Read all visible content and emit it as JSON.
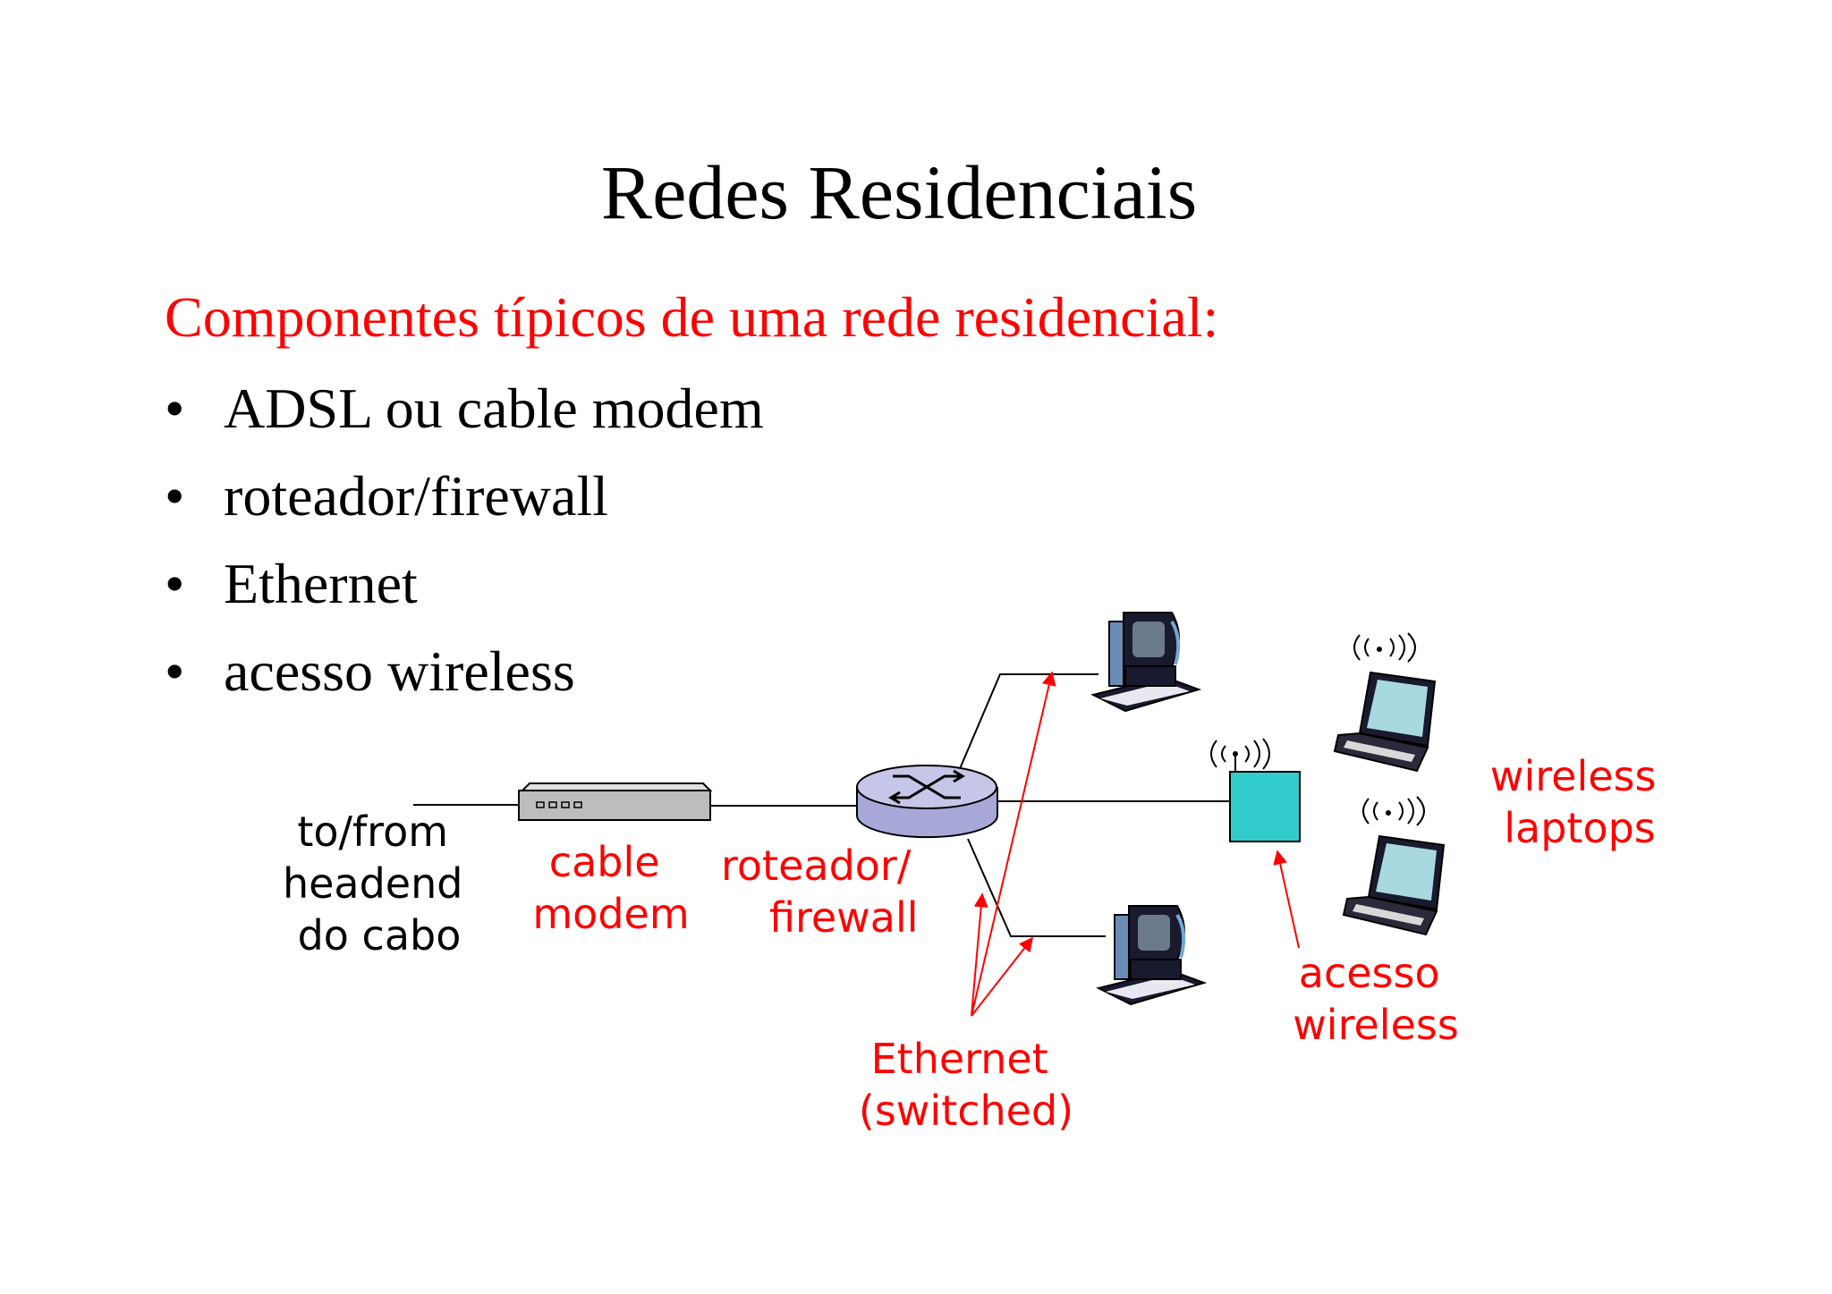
{
  "slide": {
    "title": "Redes Residenciais",
    "subtitle": "Componentes típicos de uma rede residencial:",
    "bullets": [
      "ADSL ou cable modem",
      "roteador/firewall",
      "Ethernet",
      "acesso wireless"
    ]
  },
  "diagram": {
    "labels": {
      "headend": [
        "to/from",
        "headend",
        "do cabo"
      ],
      "cable_modem": [
        "cable",
        "modem"
      ],
      "router": [
        "roteador/",
        "firewall"
      ],
      "ethernet": [
        "Ethernet",
        "(switched)"
      ],
      "wireless_access": [
        "acesso",
        "wireless"
      ],
      "wireless_laptops": [
        "wireless",
        "laptops"
      ]
    },
    "colors": {
      "label_red": "#ff0000",
      "label_black": "#000000",
      "access_point": "#33cccc",
      "router_body": "#c6c6e8",
      "modem_body": "#bdbdbd"
    }
  }
}
